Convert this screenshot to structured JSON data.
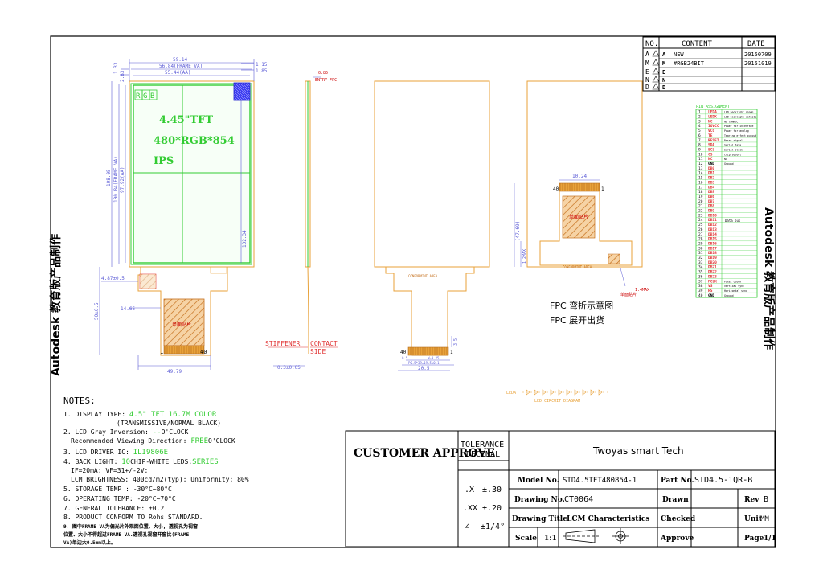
{
  "revision_table": {
    "headers": [
      "NO.",
      "CONTENT",
      "DATE"
    ],
    "rows": [
      {
        "no": "A",
        "content": "NEW",
        "date": "20150709"
      },
      {
        "no": "M",
        "content": "#RGB24BIT",
        "date": "20151019"
      },
      {
        "no": "E",
        "content": "",
        "date": ""
      },
      {
        "no": "N",
        "content": "",
        "date": ""
      },
      {
        "no": "D",
        "content": "",
        "date": ""
      }
    ]
  },
  "watermark": "Autodesk 教育版产品制作",
  "lcd": {
    "dims": [
      "59.14",
      "56.84(FRAME VA)",
      "55.44(AA)",
      "1.15",
      "1.85",
      "1.33",
      "2.83",
      "108.05",
      "100.84(FRAME VA)",
      "97.92(AA)",
      "102.34",
      "4.87±0.5",
      "50±0.5",
      "14.65",
      "49.79"
    ],
    "rgb": [
      "R",
      "G",
      "B"
    ],
    "size_label": "4.45\"TFT",
    "resolution_label": "480*RGB*854",
    "type_label": "IPS",
    "pin1": "1",
    "pin40": "40",
    "stiffener": "STIFFENER",
    "stiff_dim": "0.3±0.05",
    "contact": "CONTACT",
    "side": "SIDE",
    "fpc_small_dims": [
      "0.5",
      "3.5",
      "20.5",
      "P0.5*39=19.5±0.1",
      "W=0.25"
    ],
    "fpc_label": "CONFORMINT AREA",
    "fpc_top_dims": [
      "0.85",
      "ENTRY FPC"
    ],
    "fpc_small_label": "单面贴片",
    "fpc_fold_label": "CONFORMINT AREA",
    "fold_dims": [
      "10.24",
      "(47.69)",
      "1.2MAX",
      "1.4MAX",
      "单面贴片"
    ],
    "fpc_note1": "FPC 弯折示意图",
    "fpc_note2": "FPC 展开出货",
    "dotted": "LEDA",
    "dotted_sub": "LED CIRCUIT DIAGRAM"
  },
  "pin_table": {
    "title": "PIN ASSIGNMENT",
    "pins": [
      {
        "no": "1",
        "sym": "LEDA"
      },
      {
        "no": "2",
        "sym": "LEDK"
      },
      {
        "no": "3",
        "sym": "NC"
      },
      {
        "no": "4",
        "sym": "IOVCC"
      },
      {
        "no": "5",
        "sym": "VCC"
      },
      {
        "no": "6",
        "sym": "TE"
      },
      {
        "no": "7",
        "sym": "RESET"
      },
      {
        "no": "8",
        "sym": "SDA"
      },
      {
        "no": "9",
        "sym": "SCL"
      },
      {
        "no": "10",
        "sym": "CS"
      },
      {
        "no": "11",
        "sym": "NC"
      },
      {
        "no": "12",
        "sym": "GND"
      },
      {
        "no": "13",
        "sym": "DB0"
      },
      {
        "no": "14",
        "sym": "DB1"
      },
      {
        "no": "15",
        "sym": "DB2"
      },
      {
        "no": "16",
        "sym": "DB3"
      },
      {
        "no": "17",
        "sym": "DB4"
      },
      {
        "no": "18",
        "sym": "DB5"
      },
      {
        "no": "19",
        "sym": "DB6"
      },
      {
        "no": "20",
        "sym": "DB7"
      },
      {
        "no": "21",
        "sym": "DB8"
      },
      {
        "no": "22",
        "sym": "DB9"
      },
      {
        "no": "23",
        "sym": "DB10"
      },
      {
        "no": "24",
        "sym": "DB11"
      },
      {
        "no": "25",
        "sym": "DB12"
      },
      {
        "no": "26",
        "sym": "DB13"
      },
      {
        "no": "27",
        "sym": "DB14"
      },
      {
        "no": "28",
        "sym": "DB15"
      },
      {
        "no": "29",
        "sym": "DB16"
      },
      {
        "no": "30",
        "sym": "DB17"
      },
      {
        "no": "31",
        "sym": "DB18"
      },
      {
        "no": "32",
        "sym": "DB19"
      },
      {
        "no": "33",
        "sym": "DB20"
      },
      {
        "no": "34",
        "sym": "DB21"
      },
      {
        "no": "35",
        "sym": "DB22"
      },
      {
        "no": "36",
        "sym": "DB23"
      },
      {
        "no": "37",
        "sym": "PCLK"
      },
      {
        "no": "38",
        "sym": "VS"
      },
      {
        "no": "39",
        "sym": "HS"
      },
      {
        "no": "40",
        "sym": "GND"
      }
    ],
    "descs": [
      "LED backlight anode",
      "LED backlight cathode",
      "NO CONNECT",
      "Power for interface",
      "Power for analog",
      "Tearing effect output",
      "Reset signal",
      "Serial data",
      "Serial clock",
      "Chip select",
      "NC",
      "Ground",
      "Data bus",
      "Pixel clock",
      "Vertical sync",
      "Horizontal sync",
      "Ground"
    ]
  },
  "notes": {
    "title": "NOTES:",
    "lines": [
      {
        "prefix": "1. DISPLAY TYPE: ",
        "hl": "4.5\" TFT",
        "hl2": "16.7M COLOR",
        "suffix": ""
      },
      {
        "prefix": "",
        "hl": "",
        "hl2": "",
        "suffix": "(TRANSMISSIVE/NORMAL BLACK)"
      },
      {
        "prefix": "2. LCD Gray Inversion: ",
        "hl": "--",
        "hl2": "",
        "suffix": "O'CLOCK"
      },
      {
        "prefix": "Recommended Viewing Direction: ",
        "hl": "FREE",
        "hl2": "",
        "suffix": "O'CLOCK"
      },
      {
        "prefix": "3. LCD DRIVER IC: ",
        "hl": "ILI9806E",
        "hl2": "",
        "suffix": ""
      },
      {
        "prefix": "4. BACK LIGHT: ",
        "hl": "10",
        "hl2": "SERIES",
        "suffix": "CHIP-WHITE LEDS;"
      },
      {
        "prefix": "IF=20mA; VF=31+/-2V;",
        "hl": "",
        "hl2": "",
        "suffix": ""
      },
      {
        "prefix": "LCM BRIGHTNESS: 400cd/m2(typ); Uniformity: 80%",
        "hl": "",
        "hl2": "",
        "suffix": ""
      },
      {
        "prefix": "5. STORAGE TEMP : -30°C~80°C",
        "hl": "",
        "hl2": "",
        "suffix": ""
      },
      {
        "prefix": "6. OPERATING TEMP: -20°C~70°C",
        "hl": "",
        "hl2": "",
        "suffix": ""
      },
      {
        "prefix": "7. GENERAL TOLERANCE: ±0.2",
        "hl": "",
        "hl2": "",
        "suffix": ""
      },
      {
        "prefix": "8. PRODUCT CONFORM TO Rohs STANDARD.",
        "hl": "",
        "hl2": "",
        "suffix": ""
      },
      {
        "prefix": "9. 图中FRAME VA为偏光片外观面位置、大小, 透视孔为视窗",
        "hl": "",
        "hl2": "",
        "suffix": ""
      },
      {
        "prefix": "位置、大小不得超过FRAME VA.透视孔视窗开窗比(FRAME",
        "hl": "",
        "hl2": "",
        "suffix": ""
      },
      {
        "prefix": "VA)单边大0.5mm以上。",
        "hl": "",
        "hl2": "",
        "suffix": ""
      }
    ]
  },
  "title_block": {
    "customer_approve": "CUSTOMER APPROVE",
    "tolerance": "TOLERANCE",
    "decimal": "DECIMAL",
    "company": "Twoyas smart Tech",
    "tol_rows": [
      {
        "k": ".X",
        "v": "±.30"
      },
      {
        "k": ".XX",
        "v": "±.20"
      },
      {
        "k": "∠",
        "v": "±1/4°"
      }
    ],
    "model_label": "Model No.",
    "model_value": "STD4.5TFT480854-1",
    "part_label": "Part No.",
    "part_value": "STD4.5-1QR-B",
    "drawing_label": "Drawing No.",
    "drawing_value": "CT0064",
    "drawn_label": "Drawn",
    "rev_label": "Rev",
    "rev_value": "B",
    "title_label": "Drawing Title",
    "title_value": "LCM Characteristics",
    "checked_label": "Checked",
    "unit_label": "Unit",
    "unit_value": "MM",
    "scale_label": "Scale",
    "scale_value": "1:1",
    "approve_label": "Approve",
    "page_label": "Page",
    "page_value": "1/1"
  },
  "colors": {
    "dim": "#5b5bd6",
    "lcd_green": "#33cc33",
    "fpc": "#e8a23a",
    "red": "#e03030",
    "orange_fill": "#f3c289",
    "dark_orange": "#c46e1a"
  }
}
